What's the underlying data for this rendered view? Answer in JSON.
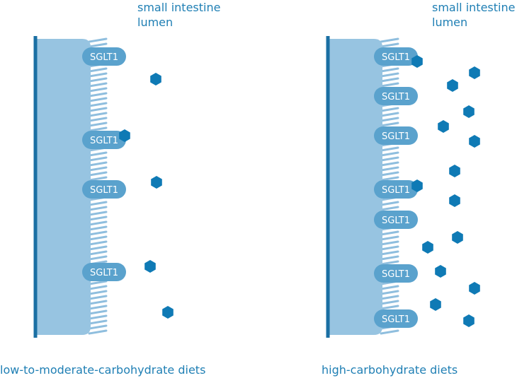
{
  "panels": [
    {
      "lumen_label_line1": "small intestine",
      "lumen_label_line2": "lumen",
      "caption": "low-to-moderate-carbohydrate diets",
      "transporter_label": "SGLT1"
    },
    {
      "lumen_label_line1": "small intestine",
      "lumen_label_line2": "lumen",
      "caption": "high-carbohydrate diets",
      "transporter_label": "SGLT1"
    }
  ],
  "colors": {
    "cell": "#97c4e1",
    "membrane_line": "#1a6fa3",
    "transporter": "#5aa2cd",
    "glucose": "#0f7ab5",
    "villi": "#8fbede",
    "text": "#1f7fb4"
  },
  "icons": {
    "glucose": "hexagon-icon",
    "transporter": "sglt1-transporter-icon"
  }
}
